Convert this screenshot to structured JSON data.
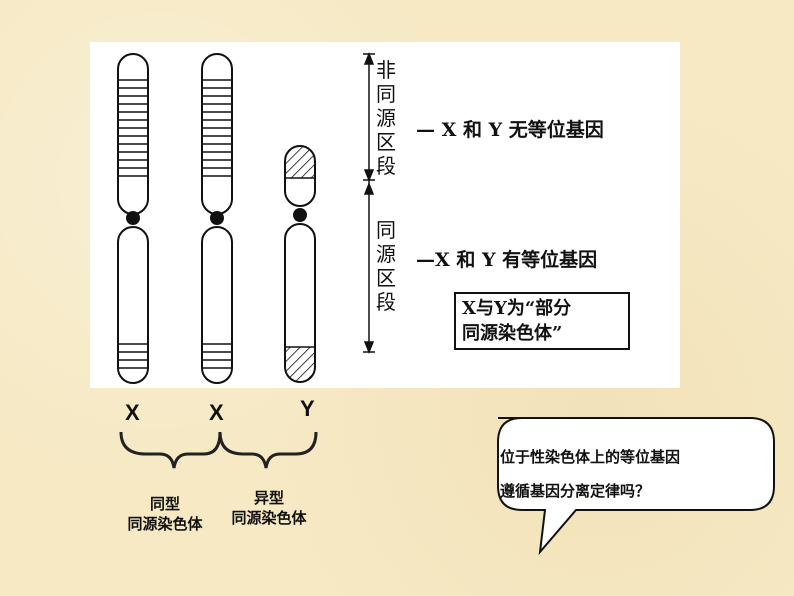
{
  "non_homologous_label": [
    "非",
    "同",
    "源",
    "区",
    "段"
  ],
  "homologous_label": [
    "同",
    "源",
    "区",
    "段"
  ],
  "note_non_homologous": "— X 和 Y 无等位基因",
  "note_homologous": "—X 和 Y 有等位基因",
  "boxed_note": {
    "line1": "X与Y为“部分",
    "line2": "同源染色体”"
  },
  "chromosome_letters": [
    "X",
    "X",
    "Y"
  ],
  "group_same": {
    "line1": "同型",
    "line2": "同源染色体"
  },
  "group_diff": {
    "line1": "异型",
    "line2": "同源染色体"
  },
  "question": {
    "line1": "位于性染色体上的等位基因",
    "line2": "遵循基因分离定律吗？"
  }
}
